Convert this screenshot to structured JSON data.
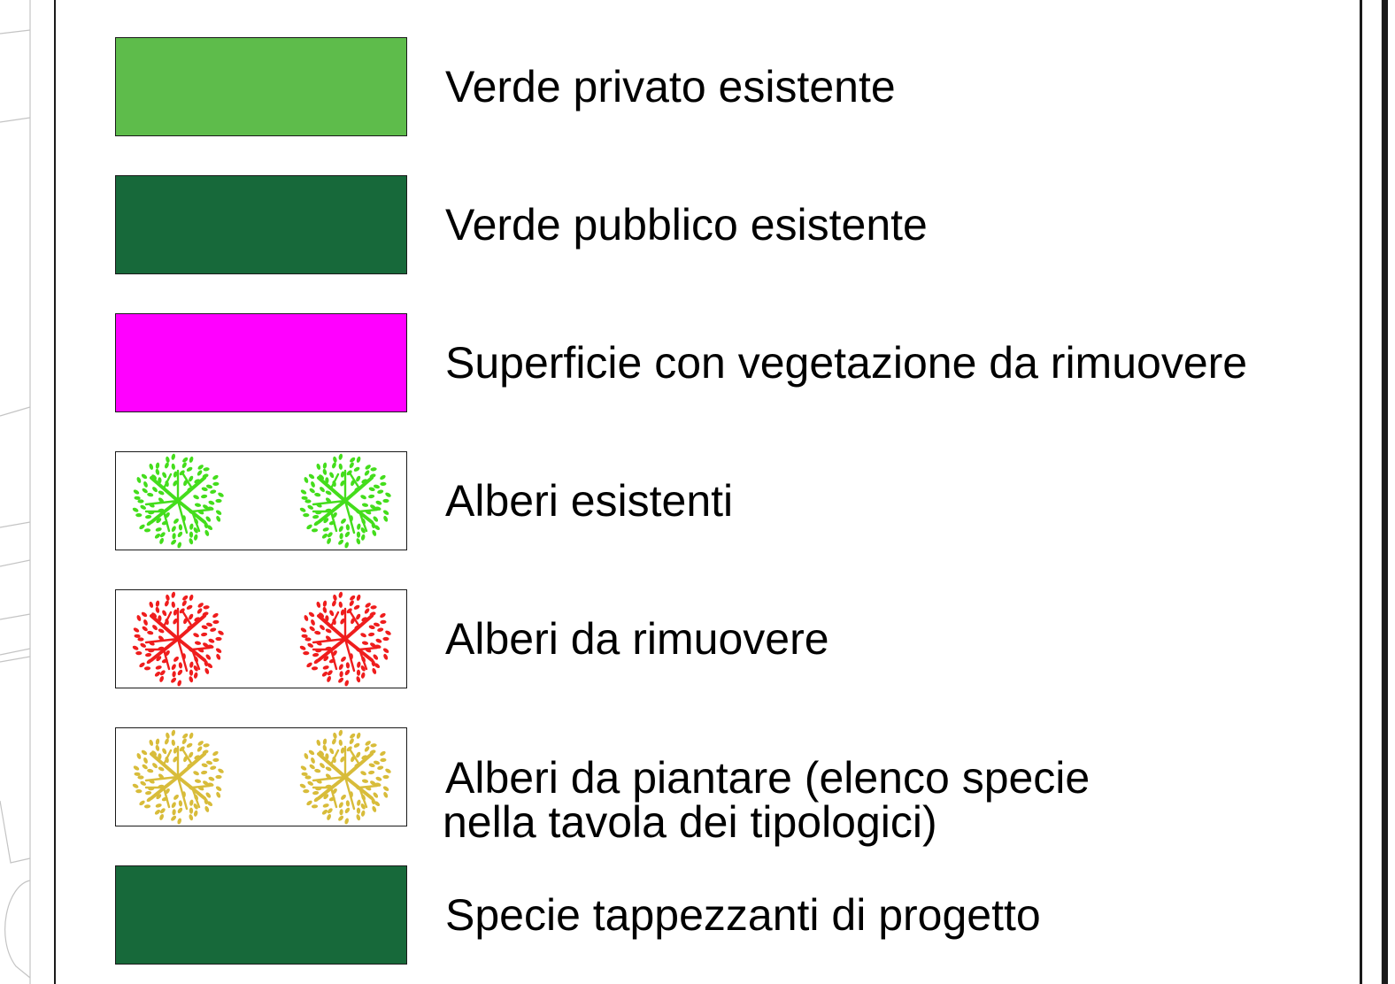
{
  "legend": {
    "items": [
      {
        "id": "verde-privato",
        "label": "Verde privato esistente",
        "swatch": {
          "kind": "fill",
          "color": "#5ebc4b"
        }
      },
      {
        "id": "verde-pubblico",
        "label": "Verde pubblico esistente",
        "swatch": {
          "kind": "fill",
          "color": "#17693a"
        }
      },
      {
        "id": "superficie-rimuovere",
        "label": "Superficie con vegetazione da rimuovere",
        "swatch": {
          "kind": "fill",
          "color": "#ff00ff"
        }
      },
      {
        "id": "alberi-esistenti",
        "label": "Alberi esistenti",
        "swatch": {
          "kind": "trees",
          "color": "#44dd1c",
          "icon": "tree-canopy-icon"
        }
      },
      {
        "id": "alberi-rimuovere",
        "label": "Alberi da rimuovere",
        "swatch": {
          "kind": "trees",
          "color": "#ef1d1d",
          "icon": "tree-canopy-icon"
        }
      },
      {
        "id": "alberi-piantare",
        "label_lines": [
          "Alberi da piantare (elenco specie",
          "nella tavola dei tipologici)"
        ],
        "swatch": {
          "kind": "trees",
          "color": "#d8bc3a",
          "icon": "tree-canopy-icon"
        }
      },
      {
        "id": "specie-tappezzanti",
        "label": "Specie tappezzanti di progetto",
        "swatch": {
          "kind": "pattern",
          "color": "#17693a",
          "dot_color": "#8fd15a",
          "icon": "leaf-dot-icon"
        }
      }
    ]
  }
}
